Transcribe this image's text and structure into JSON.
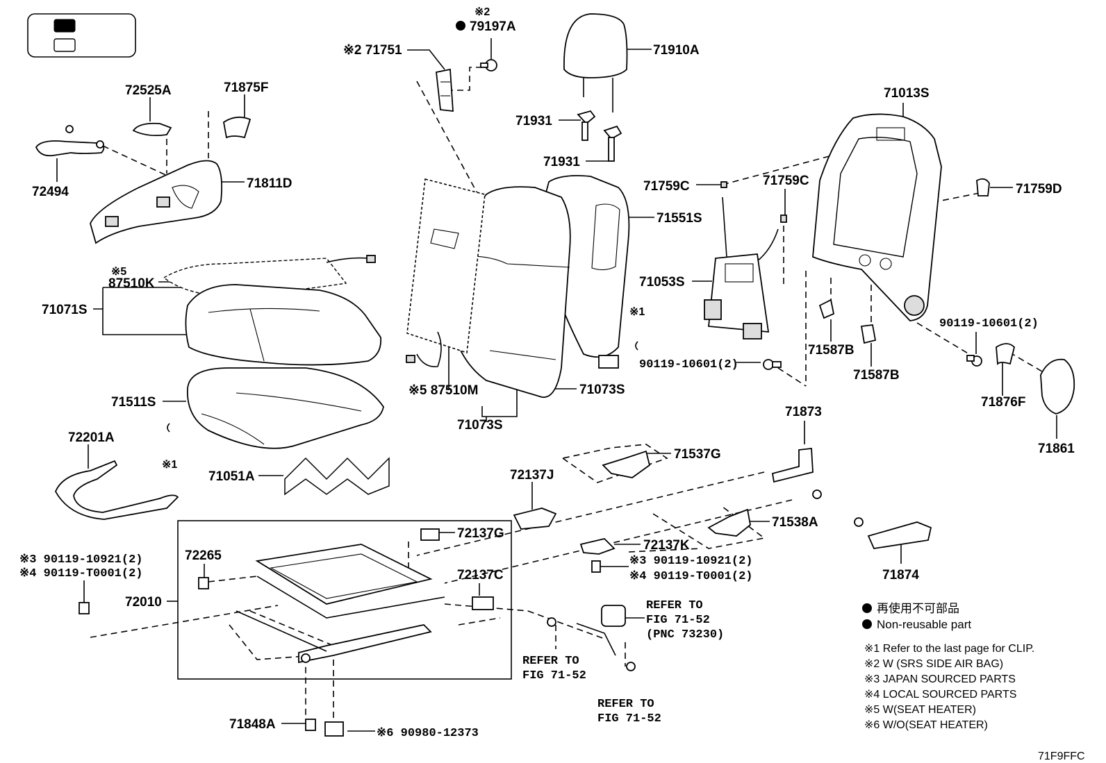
{
  "labels": {
    "p79197A_note": "※2",
    "p79197A": "79197A",
    "p71751": "※2 71751",
    "p71910A": "71910A",
    "p71931a": "71931",
    "p71931b": "71931",
    "p71013S": "71013S",
    "p72525A": "72525A",
    "p71875F": "71875F",
    "p72494": "72494",
    "p71811D": "71811D",
    "p71759C_a": "71759C",
    "p71759C_b": "71759C",
    "p71759D": "71759D",
    "p71551S": "71551S",
    "p71053S": "71053S",
    "p87510K_note": "※5",
    "p87510K": "87510K",
    "p71071S": "71071S",
    "p_clip1_note": "※1",
    "p90119_10601_a": "90119-10601(2)",
    "p90119_10601_b": "90119-10601(2)",
    "p71587B_a": "71587B",
    "p71587B_b": "71587B",
    "p87510M": "※5 87510M",
    "p71073S_a": "71073S",
    "p71073S_b": "71073S",
    "p71876F": "71876F",
    "p71861": "71861",
    "p71511S": "71511S",
    "p72201A": "72201A",
    "p_clip2_note": "※1",
    "p71873": "71873",
    "p71537G": "71537G",
    "p71051A": "71051A",
    "p72137J": "72137J",
    "p71538A": "71538A",
    "p71874": "71874",
    "p72137G": "72137G",
    "p72137K": "72137K",
    "p72265": "72265",
    "p_l_90119_10921": "※3 90119-10921(2)",
    "p_l_90119_T0001": "※4 90119-T0001(2)",
    "p_r_90119_10921": "※3 90119-10921(2)",
    "p_r_90119_T0001": "※4 90119-T0001(2)",
    "p72137C": "72137C",
    "p72010": "72010",
    "p71848A": "71848A",
    "p90980_12373": "※6 90980-12373",
    "ref1_l1": "REFER TO",
    "ref1_l2": "FIG 71-52",
    "ref1_l3": "(PNC 73230)",
    "ref2_l1": "REFER TO",
    "ref2_l2": "FIG 71-52",
    "ref3_l1": "REFER TO",
    "ref3_l2": "FIG 71-52"
  },
  "legend": {
    "jp": "再使用不可部品",
    "en": "Non-reusable part"
  },
  "notes": [
    "※1  Refer to the last page for CLIP.",
    "※2  W (SRS SIDE AIR BAG)",
    "※3  JAPAN SOURCED PARTS",
    "※4  LOCAL SOURCED PARTS",
    "※5 W(SEAT HEATER)",
    "※6 W/O(SEAT HEATER)"
  ],
  "figure_code": "71F9FFC"
}
